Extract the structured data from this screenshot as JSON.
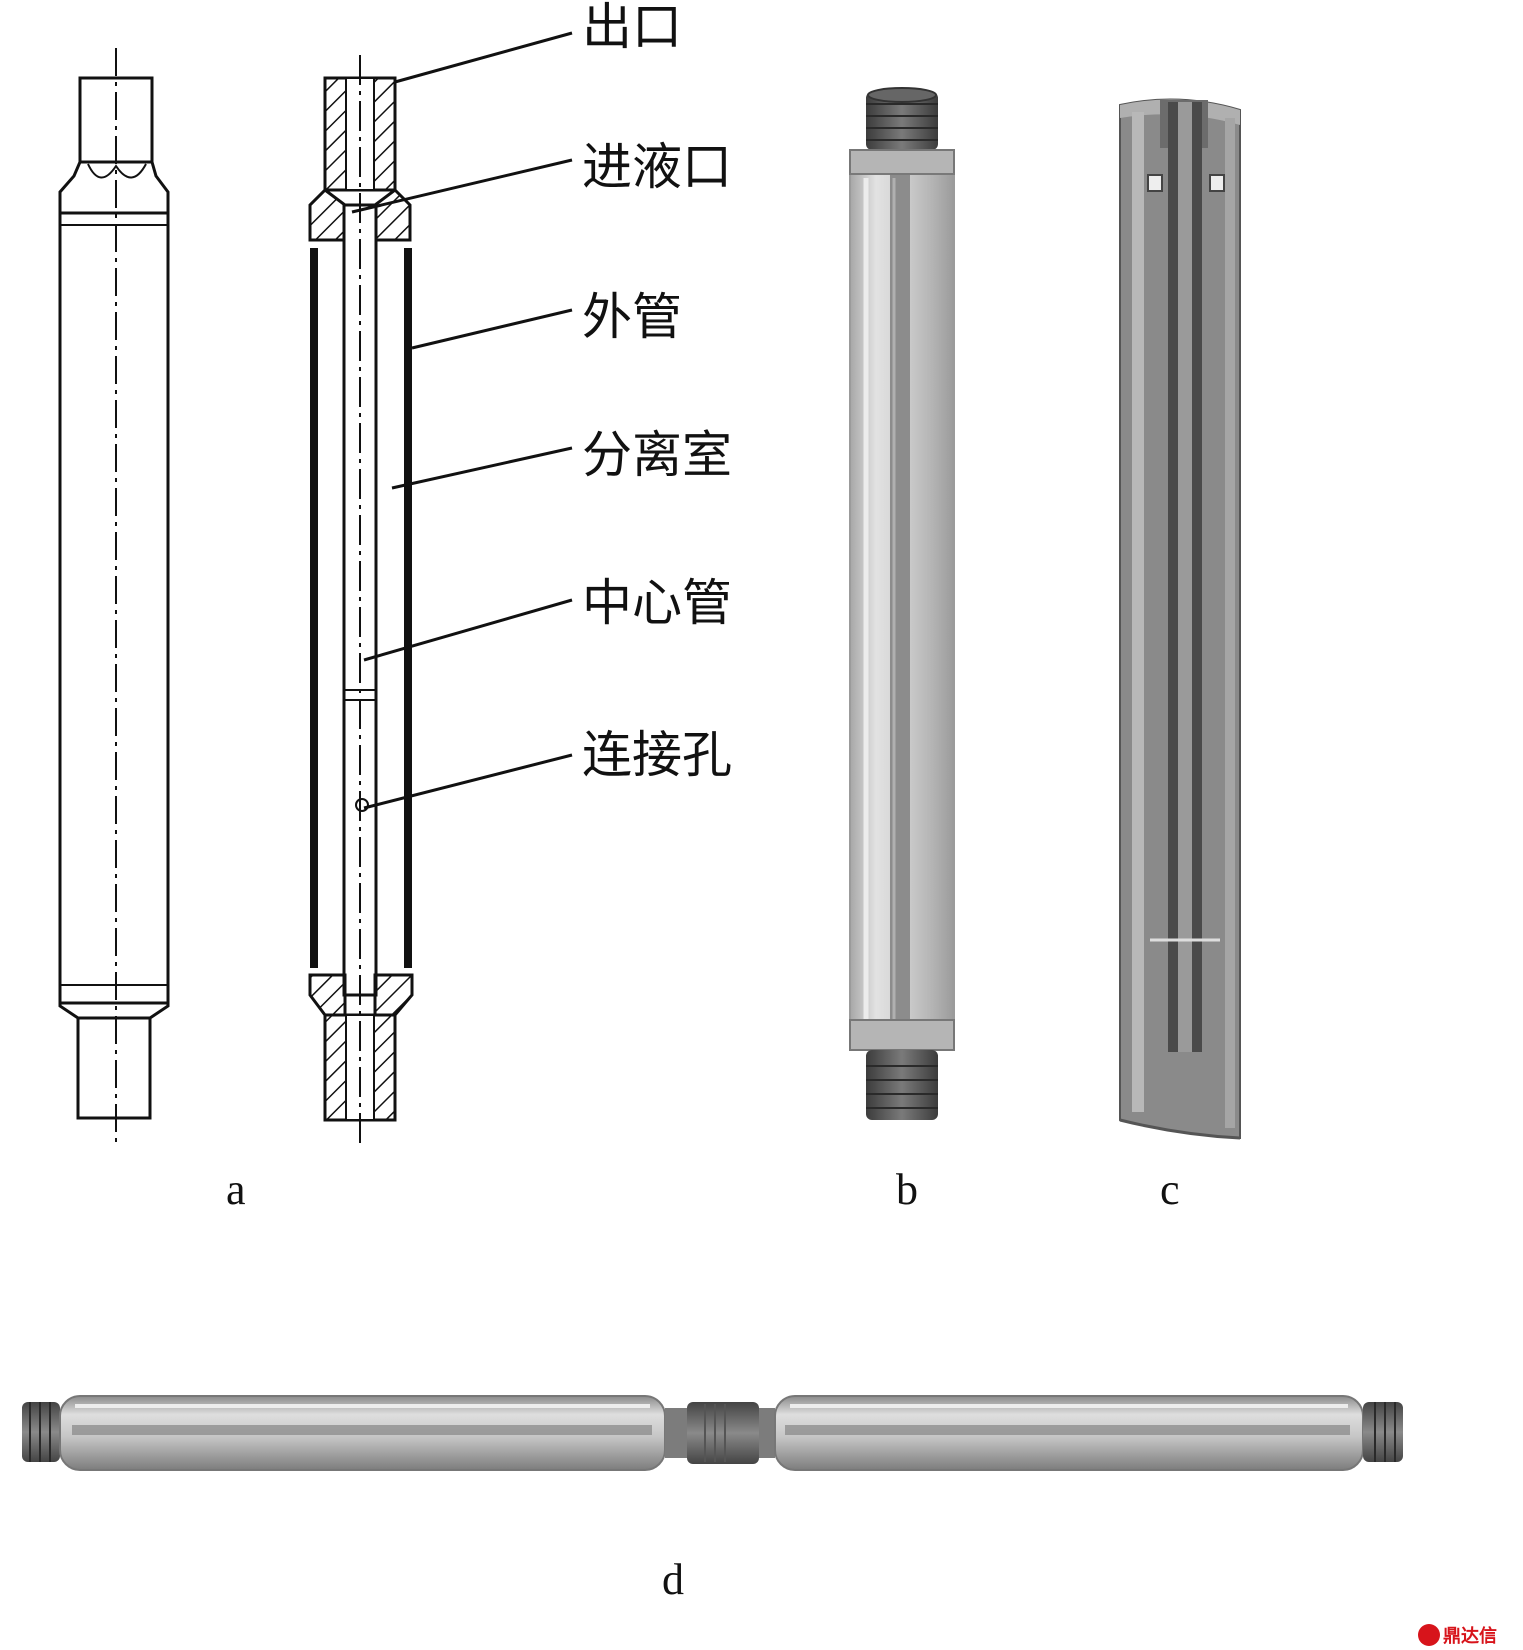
{
  "callouts": {
    "outlet": "出口",
    "inlet": "进液口",
    "outer_tube": "外管",
    "separation_chamber": "分离室",
    "center_tube": "中心管",
    "connection_hole": "连接孔"
  },
  "panel_labels": {
    "a": "a",
    "b": "b",
    "c": "c",
    "d": "d"
  },
  "watermark": "鼎达信",
  "colors": {
    "line": "#111111",
    "render_gray": "#9a9a9a",
    "section_gray": "#6f6f6f",
    "watermark": "#d7141b"
  }
}
